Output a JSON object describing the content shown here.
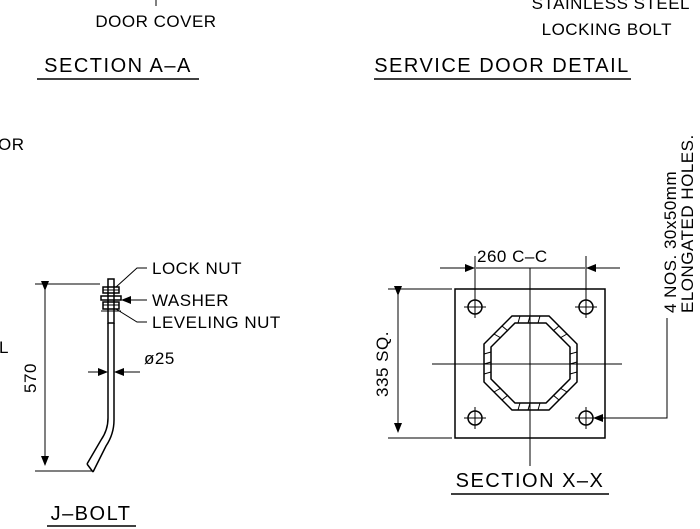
{
  "section_aa": {
    "door_cover_label": "DOOR COVER",
    "title": "SECTION A–A"
  },
  "service_door_detail": {
    "locking_bolt_line1": "STAINLESS STEEL",
    "locking_bolt_line2": "LOCKING BOLT",
    "title": "SERVICE DOOR DETAIL"
  },
  "left_edge": {
    "fragment_or": "OR",
    "fragment_l": "L"
  },
  "j_bolt": {
    "lock_nut_label": "LOCK NUT",
    "washer_label": "WASHER",
    "leveling_nut_label": "LEVELING NUT",
    "diameter_label": "ø25",
    "length_label": "570",
    "title": "J–BOLT"
  },
  "section_xx": {
    "cc_label": "260  C–C",
    "square_label": "335 SQ.",
    "holes_line1": "4 NOS. 30x50mm",
    "holes_line2": "ELONGATED HOLES.",
    "title": "SECTION X–X"
  }
}
